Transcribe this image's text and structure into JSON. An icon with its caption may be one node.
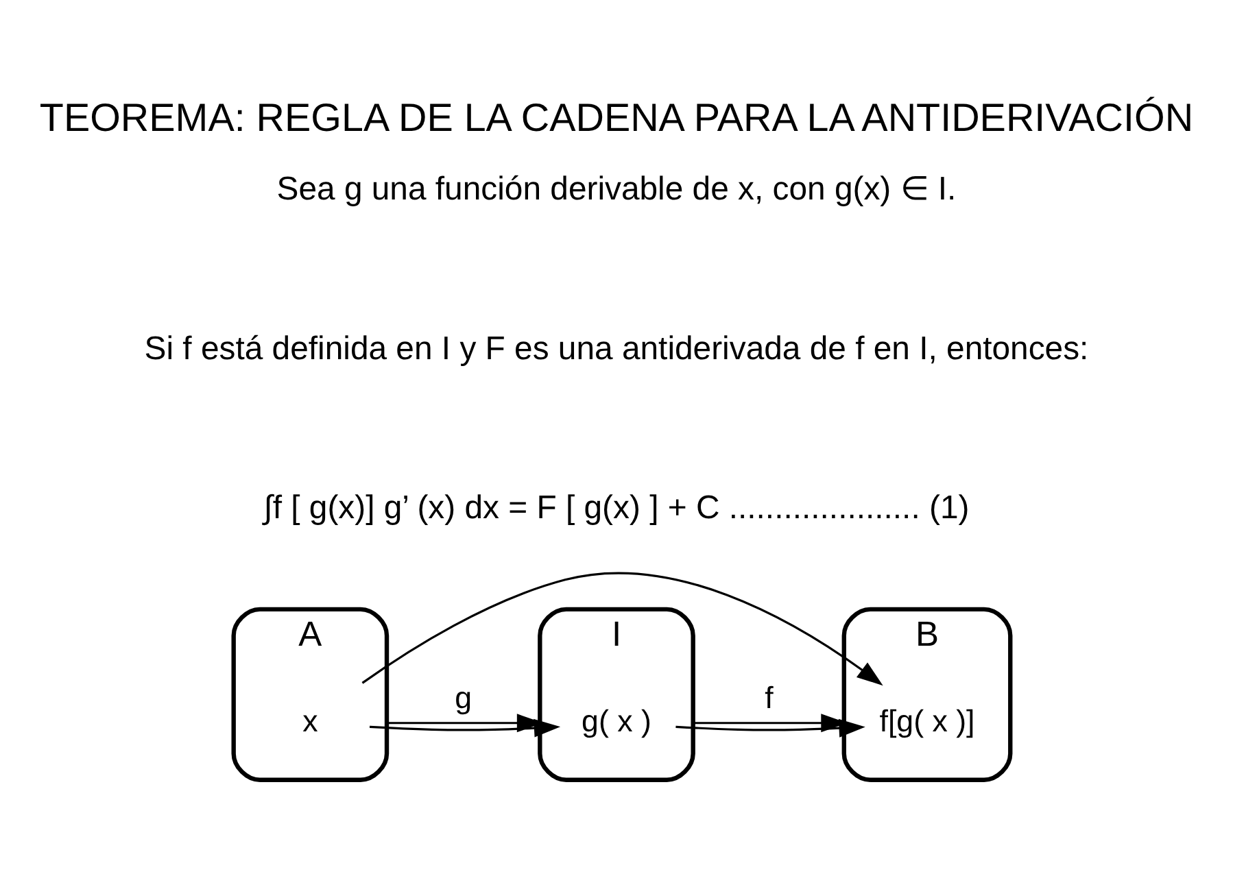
{
  "diagram": {
    "title": "TEOREMA: REGLA DE LA CADENA PARA LA ANTIDERIVACIÓN",
    "nodes": [
      {
        "text": [
          "A"
        ]
      },
      {
        "text": [
          "I"
        ]
      },
      {
        "text": [
          "B"
        ]
      },
      {
        "text": [
          "x"
        ],
        "in": 0
      },
      {
        "text": [
          "g( x )"
        ],
        "in": 1
      },
      {
        "text": [
          "f[g( x )]"
        ],
        "in": 2
      }
    ],
    "edges": [
      {
        "from": 0,
        "to": 1,
        "arrow": "to",
        "label": "g"
      },
      {
        "from": 1,
        "to": 2,
        "arrow": "to",
        "label": "f"
      },
      {
        "from": 3,
        "to": 4,
        "arrow": "to"
      },
      {
        "from": 4,
        "to": 5,
        "arrow": "to"
      },
      {
        "from": 3,
        "to": 5,
        "arrow": "to"
      }
    ],
    "labels": [
      "Sea g una función derivable de x, con g(x) ∈ I.",
      "Si f está definida en I y F es una antiderivada de f en I, entonces:",
      "∫f [ g(x)] g’ (x) dx = F [ g(x) ] + C ..................... (1)"
    ]
  }
}
